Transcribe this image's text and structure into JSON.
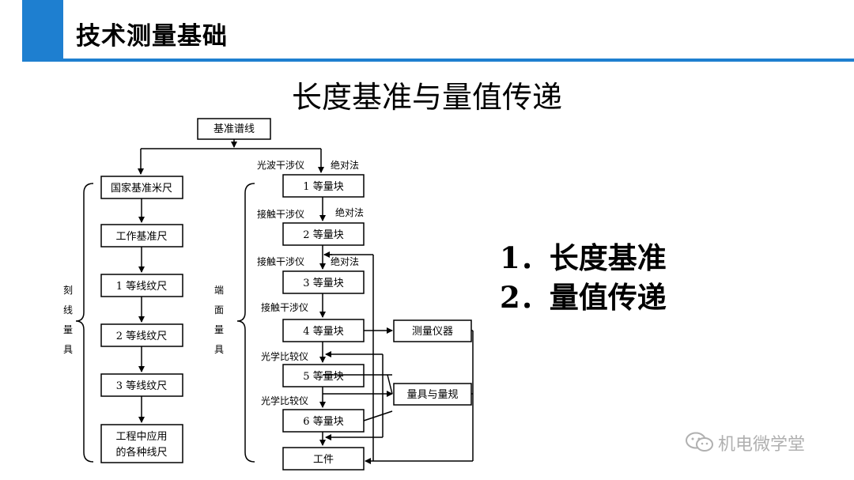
{
  "header": {
    "title": "技术测量基础"
  },
  "slide": {
    "subtitle": "长度基准与量值传递"
  },
  "bullets": [
    {
      "num": "1．",
      "text": "长度基准"
    },
    {
      "num": "2．",
      "text": "量值传递"
    }
  ],
  "diagram": {
    "root": "基准谱线",
    "left_group": "刻线量具",
    "left_group_chars": [
      "刻",
      "线",
      "量",
      "具"
    ],
    "right_group": "端面量具",
    "right_group_chars": [
      "端",
      "面",
      "量",
      "具"
    ],
    "left_boxes": [
      "国家基准米尺",
      "工作基准尺",
      "1 等线纹尺",
      "2 等线纹尺",
      "3 等线纹尺",
      "工程中应用",
      "的各种线尺"
    ],
    "right_boxes": [
      "1 等量块",
      "2 等量块",
      "3 等量块",
      "4 等量块",
      "5 等量块",
      "6 等量块",
      "工件"
    ],
    "side_boxes": [
      "测量仪器",
      "量具与量规"
    ],
    "labels": [
      "光波干涉仪",
      "绝对法",
      "接触干涉仪",
      "绝对法",
      "接触干涉仪",
      "绝对法",
      "接触干涉仪",
      "光学比较仪",
      "光学比较仪"
    ]
  },
  "watermark": {
    "text": "机电微学堂",
    "icon": "wechat-icon"
  }
}
